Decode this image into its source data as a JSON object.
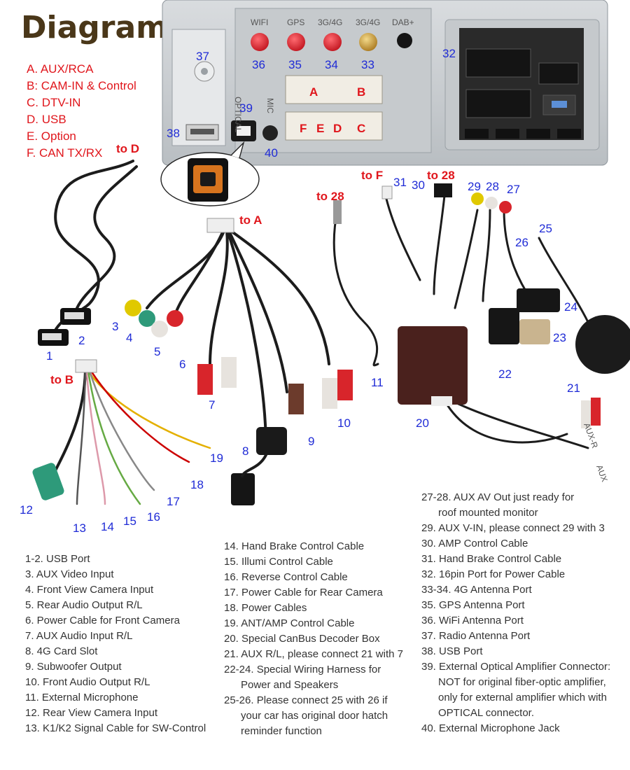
{
  "header": {
    "title": "Diagram"
  },
  "connector_key": [
    "A. AUX/RCA",
    "B: CAM-IN & Control",
    "C. DTV-IN",
    "D. USB",
    "E. Option",
    "F. CAN TX/RX"
  ],
  "port_labels": {
    "wifi": "WIFI",
    "gps": "GPS",
    "g1": "3G/4G",
    "g2": "3G/4G",
    "dab": "DAB+",
    "optical": "OPTICAL",
    "mic": "MIC",
    "a": "A",
    "b": "B",
    "c": "C",
    "d": "D",
    "e": "E",
    "f": "F"
  },
  "callouts": {
    "to_d": "to D",
    "to_a": "to A",
    "to_b": "to B",
    "to_f": "to F",
    "to_28_a": "to 28",
    "to_28_b": "to 28"
  },
  "numbers": {
    "n1": "1",
    "n2": "2",
    "n3": "3",
    "n4": "4",
    "n5": "5",
    "n6": "6",
    "n7": "7",
    "n8": "8",
    "n9": "9",
    "n10": "10",
    "n11": "11",
    "n12": "12",
    "n13": "13",
    "n14": "14",
    "n15": "15",
    "n16": "16",
    "n17": "17",
    "n18": "18",
    "n19": "19",
    "n20": "20",
    "n21": "21",
    "n22": "22",
    "n23": "23",
    "n24": "24",
    "n25": "25",
    "n26": "26",
    "n27": "27",
    "n28": "28",
    "n29": "29",
    "n30": "30",
    "n31": "31",
    "n32": "32",
    "n33": "33",
    "n34": "34",
    "n35": "35",
    "n36": "36",
    "n37": "37",
    "n38": "38",
    "n39": "39",
    "n40": "40"
  },
  "legend_col1": [
    "1-2. USB Port",
    "3. AUX Video Input",
    "4. Front View Camera Input",
    "5. Rear Audio Output R/L",
    "6. Power Cable for Front Camera",
    "7. AUX Audio Input R/L",
    "8. 4G Card Slot",
    "9. Subwoofer Output",
    "10. Front Audio Output R/L",
    "11. External Microphone",
    "12. Rear View Camera Input",
    "13. K1/K2 Signal Cable for SW-Control"
  ],
  "legend_col2": [
    "14. Hand Brake Control Cable",
    "15. Illumi Control Cable",
    "16. Reverse Control Cable",
    "17. Power Cable for Rear Camera",
    "18. Power Cables",
    "19. ANT/AMP Control Cable",
    "20. Special CanBus Decoder Box",
    "21. AUX R/L, please connect 21 with 7",
    "22-24. Special Wiring Harness for",
    "Power and Speakers",
    "25-26. Please connect 25 with 26 if",
    "your car has original door hatch",
    "reminder function"
  ],
  "legend_col3": [
    "27-28. AUX AV Out just ready for",
    "roof mounted monitor",
    "29. AUX V-IN, please connect 29 with 3",
    "30. AMP Control Cable",
    "31. Hand Brake Control Cable",
    "32. 16pin Port for Power Cable",
    "33-34. 4G Antenna Port",
    "35. GPS Antenna Port",
    "36. WiFi Antenna Port",
    "37. Radio Antenna Port",
    "38. USB Port",
    "39. External Optical Amplifier Connector:",
    "NOT for original fiber-optic amplifier,",
    "only for external amplifier which with",
    "OPTICAL connector.",
    "40. External Microphone Jack"
  ],
  "cable_markings": {
    "cam_out": "AUX-R",
    "cam_out2": "AUX"
  }
}
